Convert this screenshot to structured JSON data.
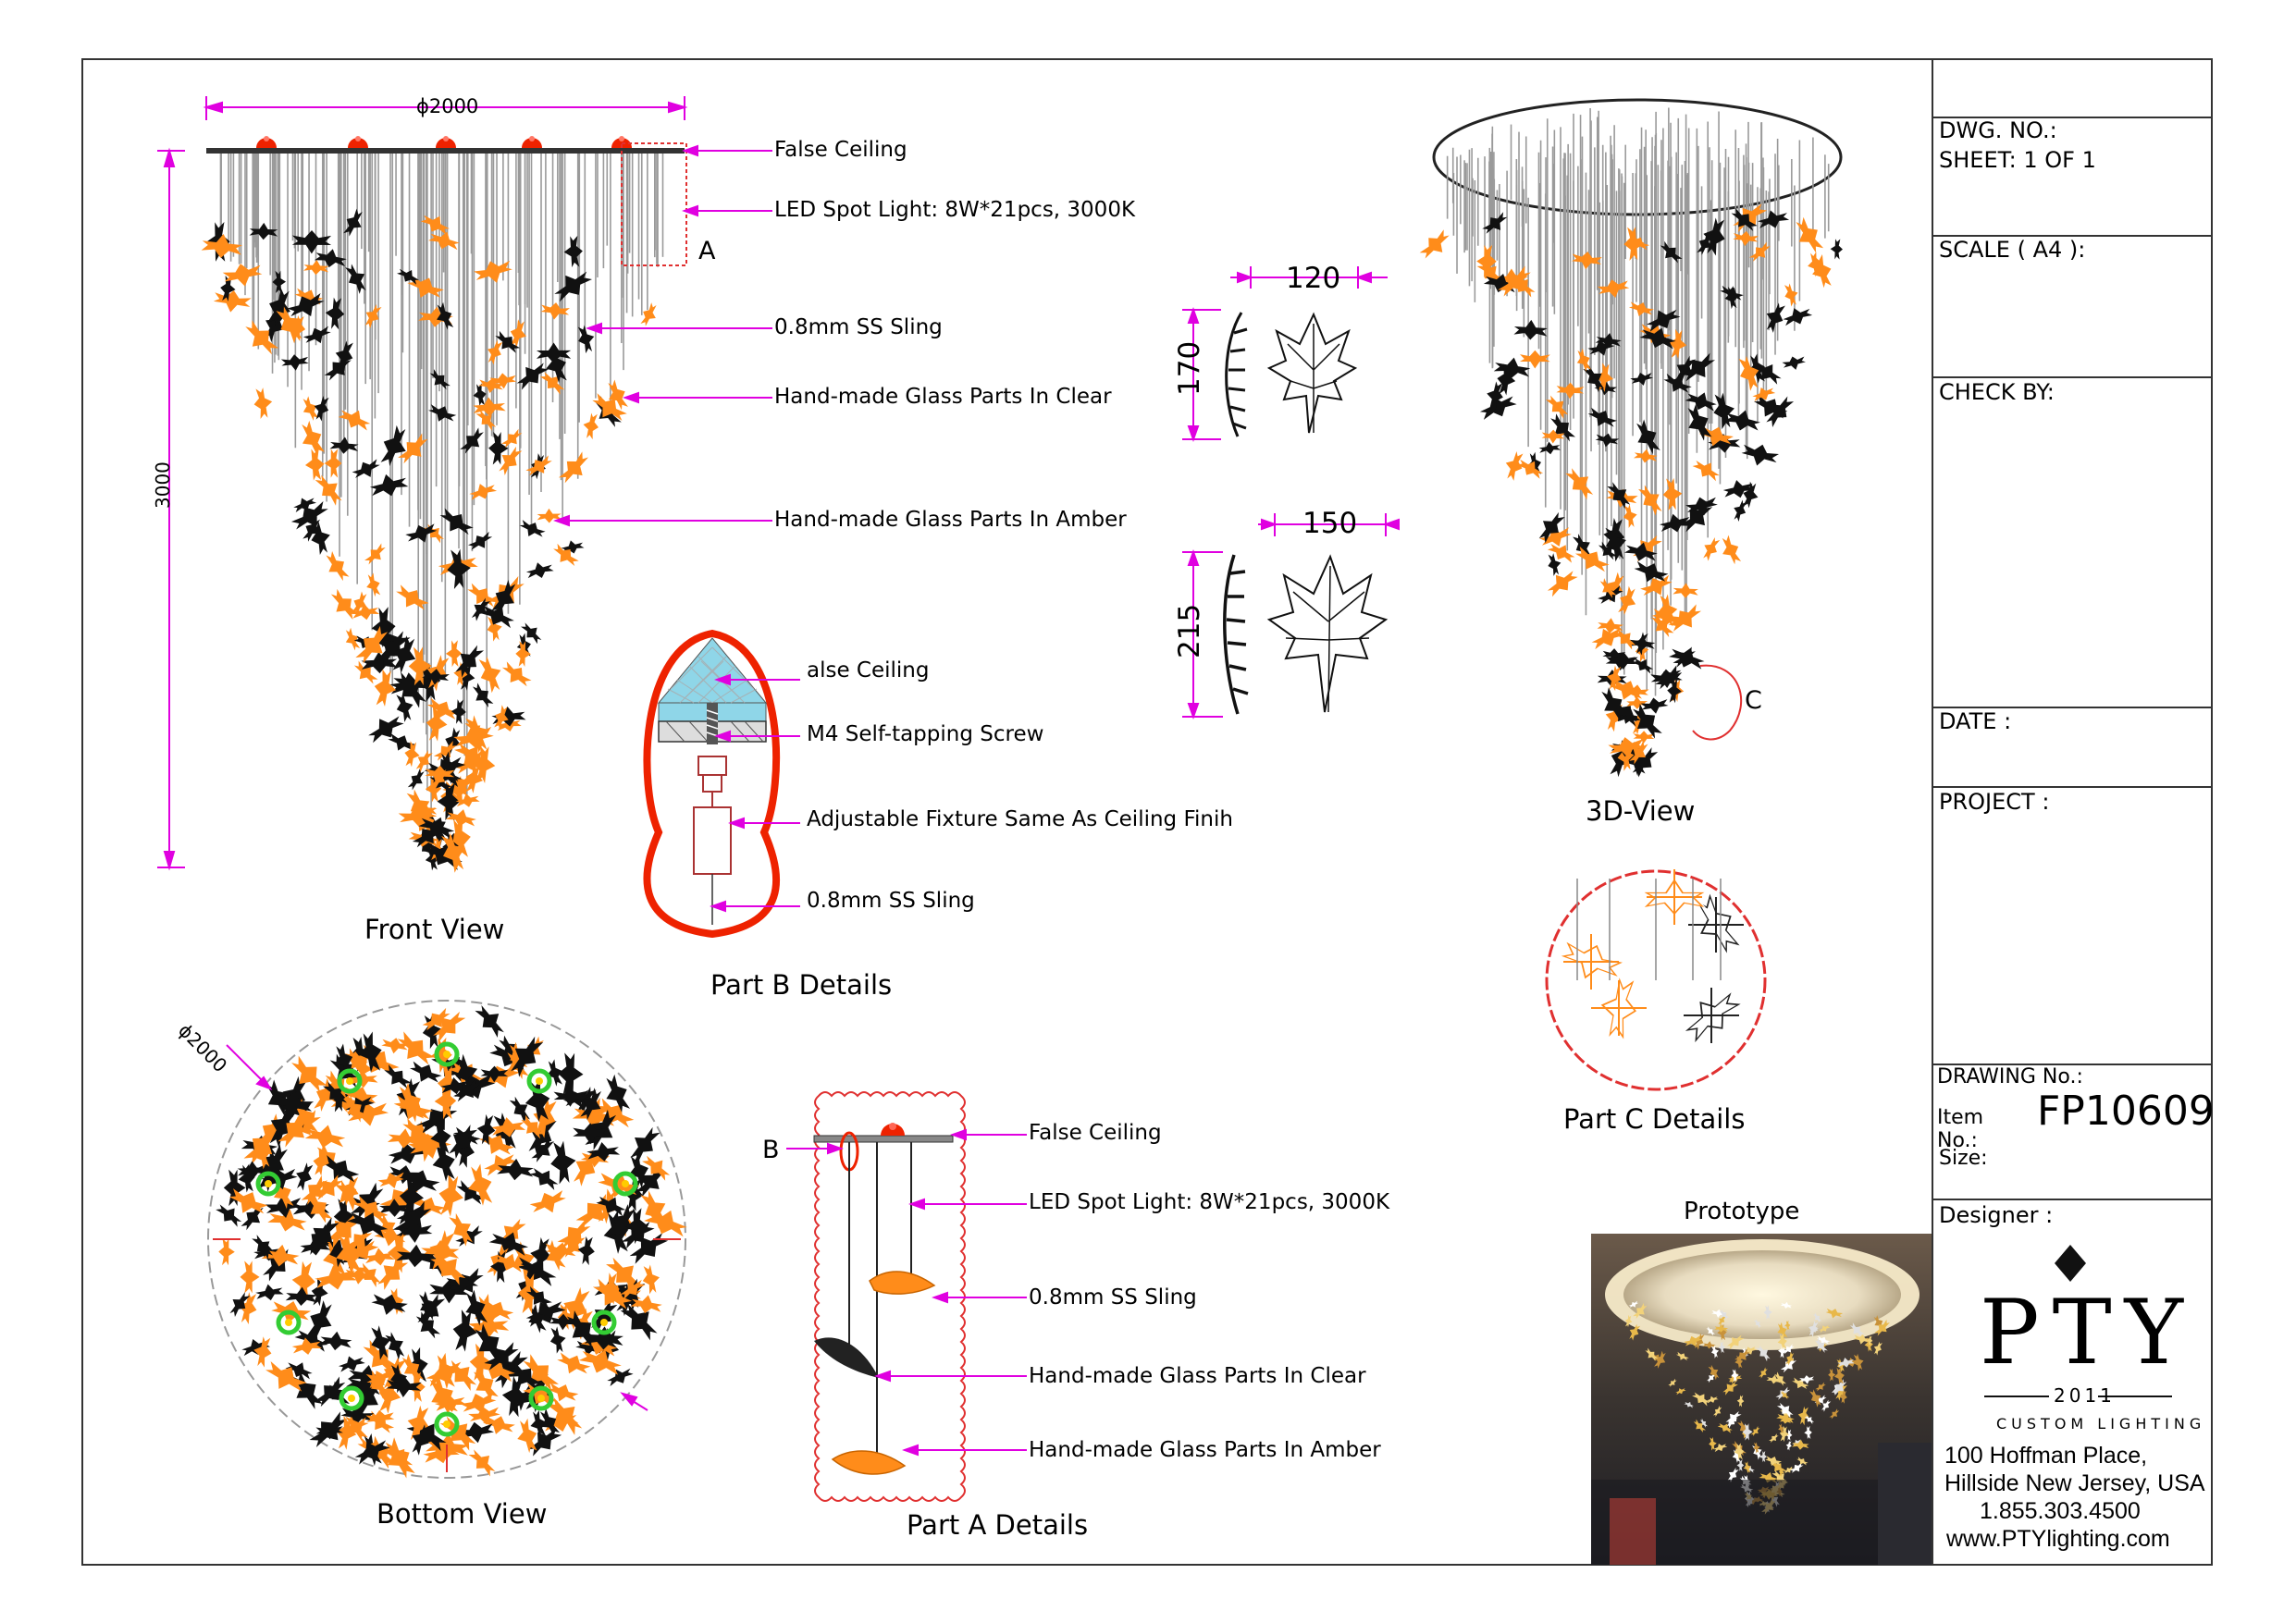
{
  "colors": {
    "border": "#333333",
    "dimension": "#e000e0",
    "amber": "#ff8c1a",
    "clear_glass": "#111111",
    "red_detail": "#ee2200",
    "ceiling_blue": "#8fd6e8",
    "led_green": "#33cc33"
  },
  "front_view": {
    "title": "Front View",
    "width_dim": "ϕ2000",
    "height_dim": "3000",
    "detail_marker": "A",
    "callouts": [
      "False Ceiling",
      "LED Spot Light: 8W*21pcs, 3000K",
      "0.8mm SS Sling",
      "Hand-made Glass Parts In Clear",
      "Hand-made Glass Parts In Amber"
    ]
  },
  "leaf_parts": {
    "small": {
      "width": "120",
      "height": "170"
    },
    "large": {
      "width": "150",
      "height": "215"
    }
  },
  "view_3d": {
    "title": "3D-View",
    "detail_marker": "C"
  },
  "part_b": {
    "title": "Part B Details",
    "callouts": [
      "alse Ceiling",
      "M4 Self-tapping Screw",
      "Adjustable Fixture Same As Ceiling Finih",
      "0.8mm SS Sling"
    ]
  },
  "part_c": {
    "title": "Part C Details"
  },
  "bottom_view": {
    "title": "Bottom View",
    "diameter": "ϕ2000"
  },
  "part_a": {
    "title": "Part A Details",
    "detail_marker": "B",
    "callouts": [
      "False Ceiling",
      "LED Spot Light: 8W*21pcs, 3000K",
      "0.8mm SS Sling",
      "Hand-made Glass Parts In Clear",
      "Hand-made Glass Parts In Amber"
    ]
  },
  "prototype": {
    "title": "Prototype"
  },
  "title_block": {
    "dwg_no_label": "DWG. NO.:",
    "sheet_label": "SHEET: 1 OF 1",
    "scale_label": "SCALE ( A4 ):",
    "check_label": "CHECK BY:",
    "date_label": "DATE :",
    "project_label": "PROJECT :",
    "drawing_no_label": "DRAWING No.:",
    "item_no_label": "Item No.:",
    "item_no": "FP10609",
    "size_label": "Size:",
    "designer_label": "Designer :",
    "brand": "PTY",
    "brand_year": "2011",
    "brand_tagline": "CUSTOM LIGHTING",
    "address_line1": "100 Hoffman Place,",
    "address_line2": "Hillside New Jersey, USA",
    "phone": "1.855.303.4500",
    "website": "www.PTYlighting.com"
  }
}
